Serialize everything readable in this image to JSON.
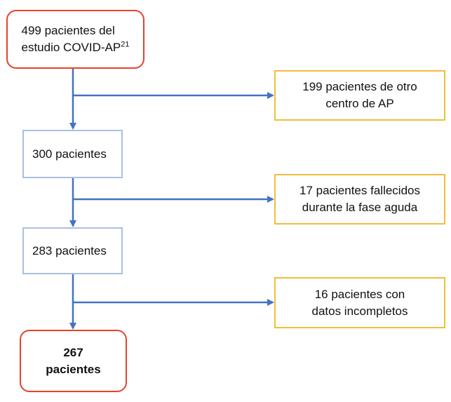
{
  "flowchart": {
    "start": {
      "line1": "499 pacientes del",
      "line2": "estudio COVID-AP",
      "superscript": "21"
    },
    "step1": {
      "text": "300 pacientes"
    },
    "step2": {
      "text": "283 pacientes"
    },
    "final": {
      "line1": "267",
      "line2": "pacientes"
    },
    "exclusions": [
      {
        "line1": "199 pacientes de otro",
        "line2": "centro de AP"
      },
      {
        "line1": "17 pacientes fallecidos",
        "line2": "durante la fase aguda"
      },
      {
        "line1": "16 pacientes con",
        "line2": "datos incompletos"
      }
    ]
  },
  "colors": {
    "start_end_border": "#e8412c",
    "step_border": "#a9c0e3",
    "exclusion_border": "#f2bd3d",
    "arrow": "#4472c4"
  }
}
